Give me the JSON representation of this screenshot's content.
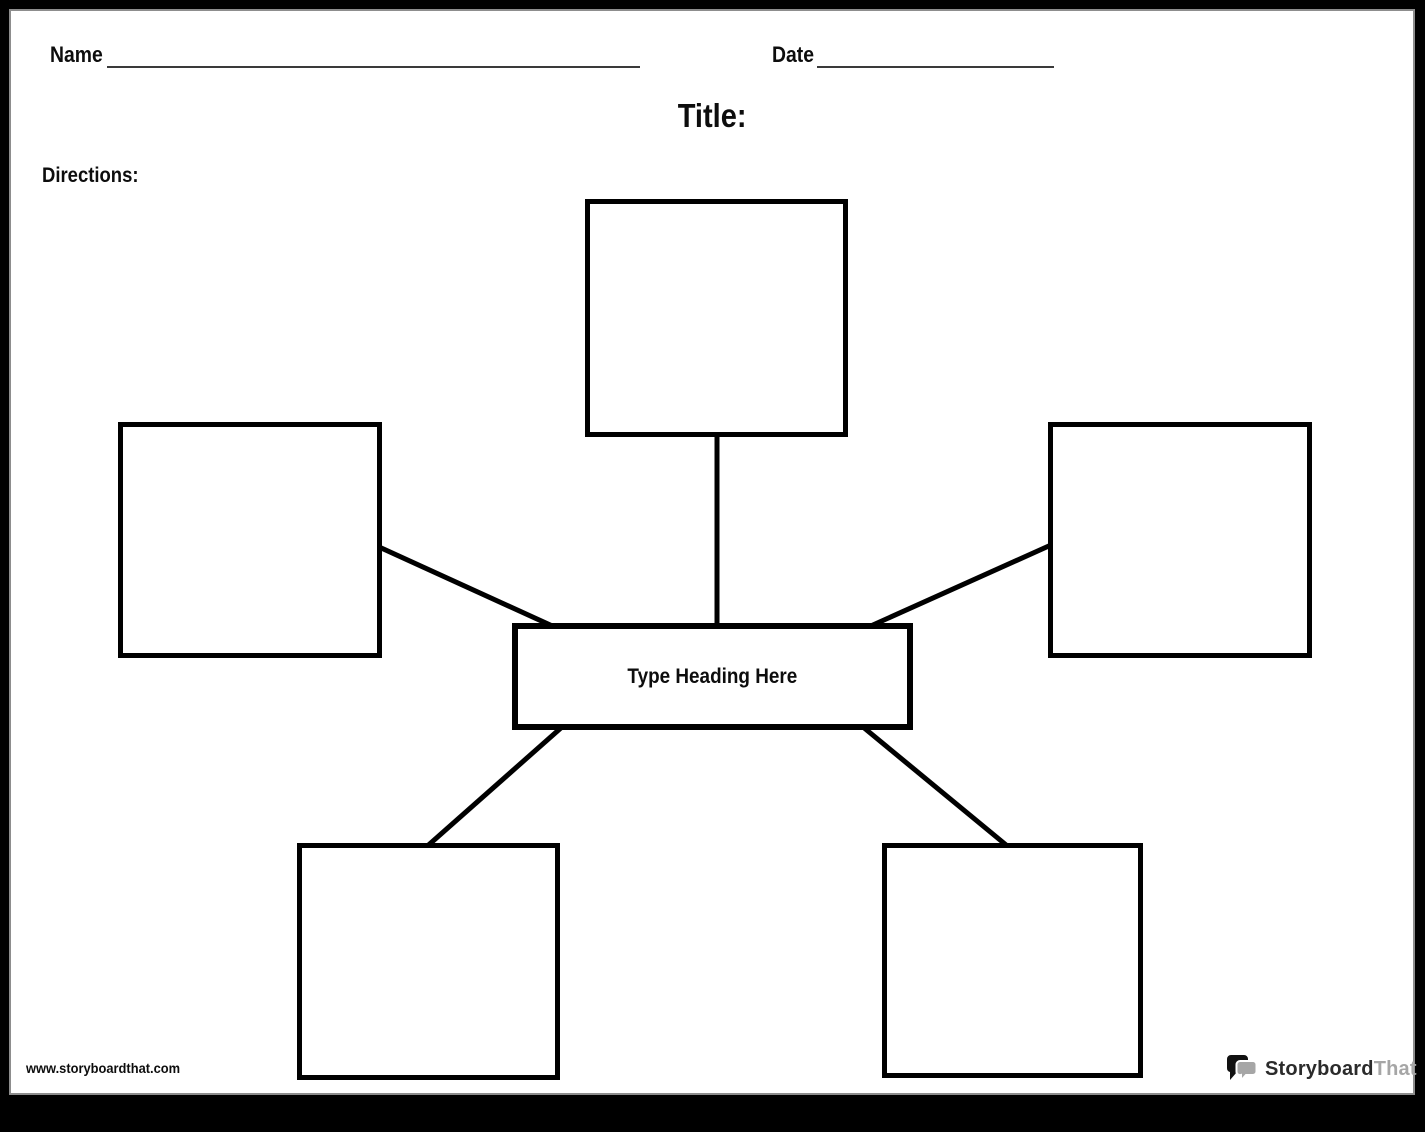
{
  "worksheet": {
    "name_label": "Name",
    "date_label": "Date",
    "title_label": "Title:",
    "directions_label": "Directions:",
    "footer_url": "www.storyboardthat.com"
  },
  "diagram": {
    "type": "spider-map",
    "center_heading_placeholder": "Type Heading Here",
    "nodes": [
      {
        "id": "top",
        "value": ""
      },
      {
        "id": "left",
        "value": ""
      },
      {
        "id": "right",
        "value": ""
      },
      {
        "id": "bottom-left",
        "value": ""
      },
      {
        "id": "bottom-right",
        "value": ""
      }
    ]
  },
  "branding": {
    "logo_icon": "speech-bubbles-icon",
    "logo_text_primary": "Storyboard",
    "logo_text_secondary": "That",
    "logo_primary_color": "#2b2b2b",
    "logo_secondary_color": "#a6a6a6"
  },
  "colors": {
    "ink": "#000000",
    "page_background": "#ffffff",
    "surround": "#000000",
    "underline": "#3a3a3a"
  }
}
